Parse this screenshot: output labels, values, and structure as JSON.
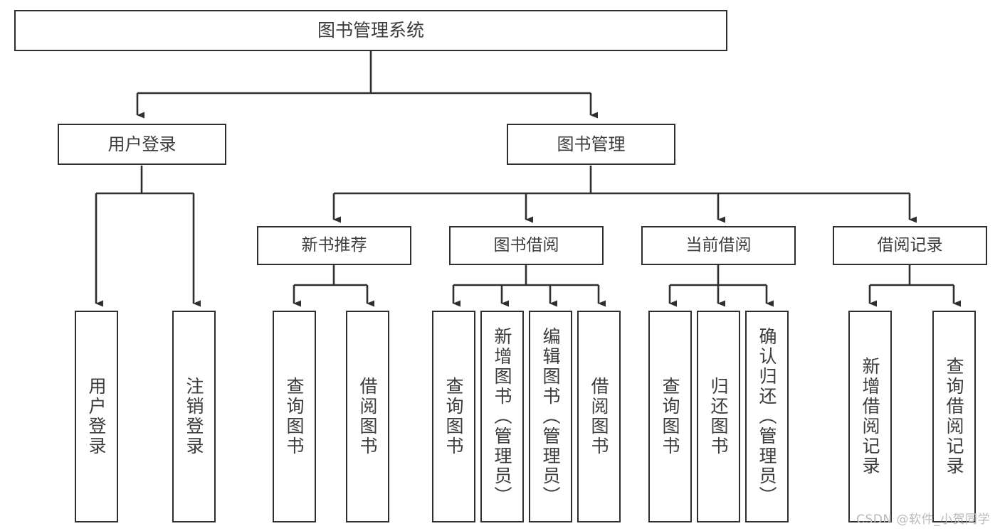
{
  "diagram": {
    "title": "图书管理系统",
    "type": "hierarchy-tree",
    "watermark": "CSDN @软件_小贺同学",
    "colors": {
      "stroke": "#2f2f2f",
      "text": "#3c3c3c",
      "background": "#ffffff",
      "watermark": "#b9b9b9"
    },
    "nodes": {
      "root": {
        "label": "图书管理系统"
      },
      "level1": [
        {
          "id": "user-login",
          "label": "用户登录"
        },
        {
          "id": "book-manage",
          "label": "图书管理"
        }
      ],
      "level2": [
        {
          "id": "new-book-recommend",
          "label": "新书推荐",
          "parent": "book-manage"
        },
        {
          "id": "book-borrow",
          "label": "图书借阅",
          "parent": "book-manage"
        },
        {
          "id": "current-borrow",
          "label": "当前借阅",
          "parent": "book-manage"
        },
        {
          "id": "borrow-record",
          "label": "借阅记录",
          "parent": "book-manage"
        }
      ],
      "leaves": [
        {
          "id": "leaf-user-login",
          "label": "用户登录",
          "parent": "user-login"
        },
        {
          "id": "leaf-logout",
          "label": "注销登录",
          "parent": "user-login"
        },
        {
          "id": "leaf-query-book-1",
          "label": "查询图书",
          "parent": "new-book-recommend"
        },
        {
          "id": "leaf-borrow-book-1",
          "label": "借阅图书",
          "parent": "new-book-recommend"
        },
        {
          "id": "leaf-query-book-2",
          "label": "查询图书",
          "parent": "book-borrow"
        },
        {
          "id": "leaf-add-book",
          "label": "新增图书（管理员）",
          "parent": "book-borrow"
        },
        {
          "id": "leaf-edit-book",
          "label": "编辑图书（管理员）",
          "parent": "book-borrow"
        },
        {
          "id": "leaf-borrow-book-2",
          "label": "借阅图书",
          "parent": "book-borrow"
        },
        {
          "id": "leaf-query-book-3",
          "label": "查询图书",
          "parent": "current-borrow"
        },
        {
          "id": "leaf-return-book",
          "label": "归还图书",
          "parent": "current-borrow"
        },
        {
          "id": "leaf-confirm-return",
          "label": "确认归还（管理员）",
          "parent": "current-borrow"
        },
        {
          "id": "leaf-add-record",
          "label": "新增借阅记录",
          "parent": "borrow-record"
        },
        {
          "id": "leaf-query-record",
          "label": "查询借阅记录",
          "parent": "borrow-record"
        }
      ]
    }
  }
}
